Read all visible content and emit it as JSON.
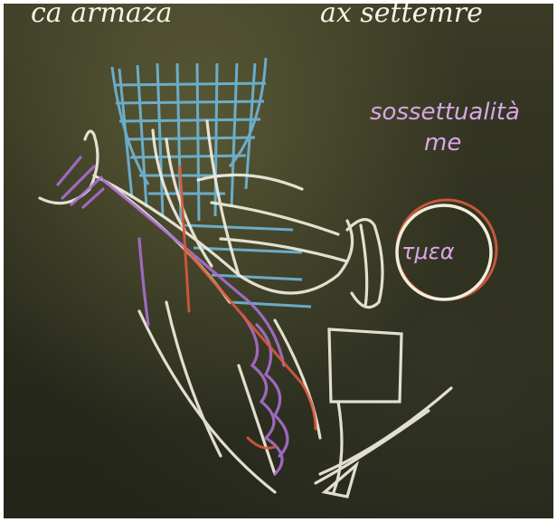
{
  "board": {
    "top_text_left": "ca armaza",
    "top_text_right": "ax settemre",
    "note_line1": "sossettualità",
    "note_line2": "me",
    "circle_label": "τμεα"
  },
  "colors": {
    "board": "#2c2d1d",
    "chalk_white": "#f1eede",
    "chalk_blue": "#6fb7d9",
    "chalk_purple": "#a86fd0",
    "chalk_pink": "#d9a6e8",
    "chalk_red": "#d85a3c"
  }
}
